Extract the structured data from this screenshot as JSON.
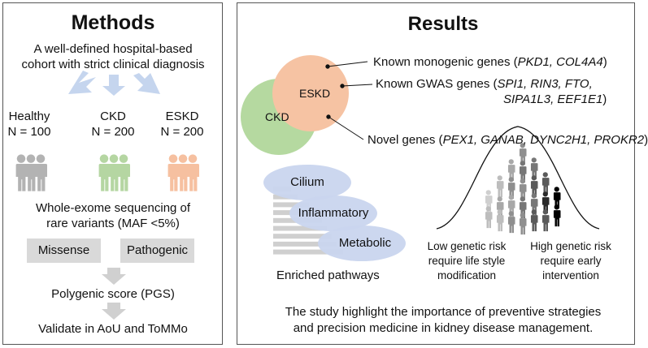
{
  "methods": {
    "title": "Methods",
    "cohort_line1": "A well-defined hospital-based",
    "cohort_line2": "cohort with strict clinical diagnosis",
    "groups": [
      {
        "name": "Healthy",
        "n": "N = 100",
        "color": "#b3b3b3"
      },
      {
        "name": "CKD",
        "n": "N = 200",
        "color": "#b5d6a2"
      },
      {
        "name": "ESKD",
        "n": "N = 200",
        "color": "#f6c0a0"
      }
    ],
    "wes_line1": "Whole-exome sequencing of",
    "wes_line2": "rare variants (MAF <5%)",
    "missense": "Missense",
    "pathogenic": "Pathogenic",
    "pgs": "Polygenic score (PGS)",
    "validate": "Validate in AoU and ToMMo"
  },
  "results": {
    "title": "Results",
    "ckd": "CKD",
    "eskd": "ESKD",
    "known_monogenic_prefix": "Known monogenic genes (",
    "known_monogenic_genes": "PKD1, COL4A4",
    "known_gwas_prefix": "Known GWAS genes (",
    "known_gwas_genes_1": "SPI1, RIN3, FTO,",
    "known_gwas_genes_2": "SIPA1L3, EEF1E1",
    "novel_prefix": "Novel genes (",
    "novel_genes": "PEX1, GANAB, DYNC2H1, PROKR2",
    "close_paren": ")",
    "pathways": [
      "Cilium",
      "Inflammatory",
      "Metabolic"
    ],
    "enriched": "Enriched pathways",
    "low_risk_1": "Low genetic risk",
    "low_risk_2": "require life style",
    "low_risk_3": "modification",
    "high_risk_1": "High genetic risk",
    "high_risk_2": "require early",
    "high_risk_3": "intervention",
    "conclusion_1": "The study highlight the importance of preventive strategies",
    "conclusion_2": "and precision medicine in kidney disease management."
  },
  "colors": {
    "arrow": "#c5d5ee",
    "gray_arrow": "#d0d0d0",
    "ckd_circle": "#b5d9a0",
    "eskd_circle": "#f6c3a3",
    "pathway_ellipse": "#c9d5ee",
    "bars": "#cfcfcf"
  }
}
